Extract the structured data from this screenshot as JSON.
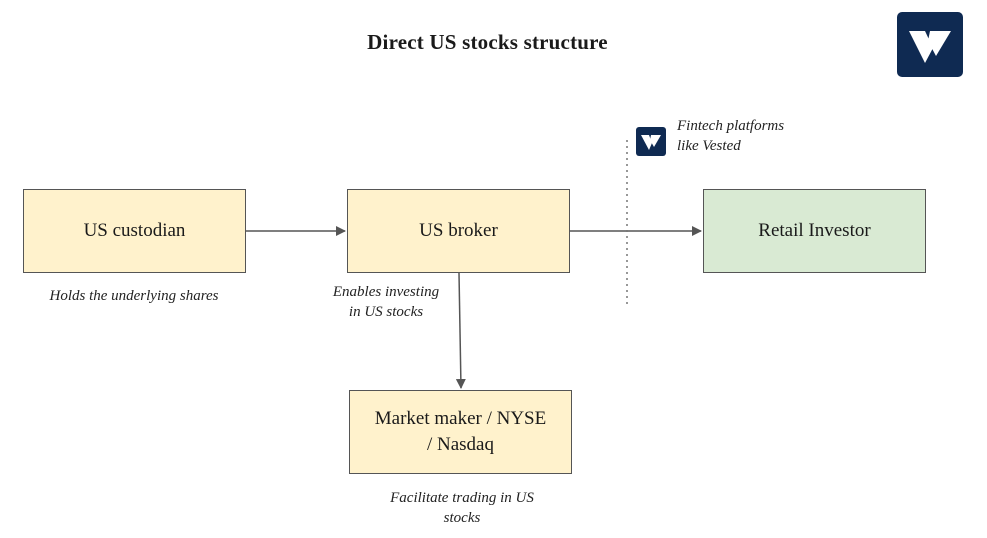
{
  "title": "Direct US stocks structure",
  "nodes": {
    "custodian": {
      "label": "US custodian",
      "note": "Holds the underlying  shares"
    },
    "broker": {
      "label": "US broker",
      "note_line1": "Enables investing",
      "note_line2": "in US stocks"
    },
    "retail": {
      "label": "Retail Investor"
    },
    "market": {
      "label_line1": "Market maker / NYSE",
      "label_line2": "/ Nasdaq",
      "note_line1": "Facilitate trading in US",
      "note_line2": "stocks"
    }
  },
  "fintech": {
    "line1": "Fintech platforms",
    "line2": "like Vested"
  },
  "colors": {
    "yellow_node": "#fff2cc",
    "green_node": "#d9ead3",
    "logo_bg": "#0f2a52",
    "border": "#555555"
  },
  "icons": {
    "brand_logo": "vested-logo-icon"
  }
}
